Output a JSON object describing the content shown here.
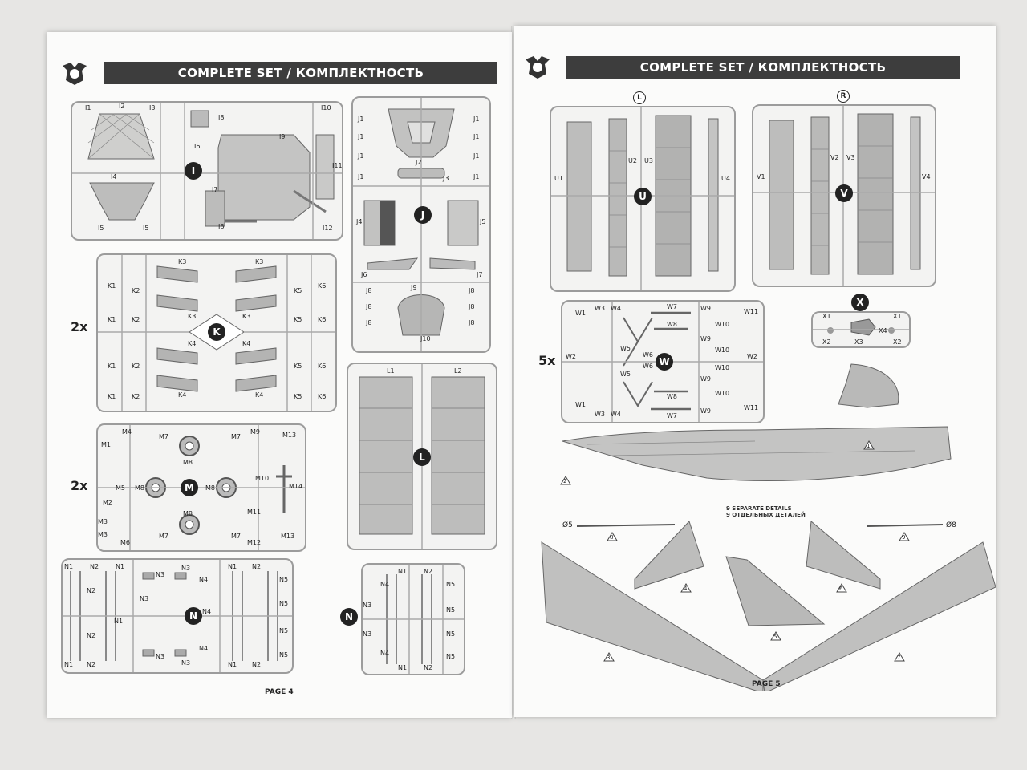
{
  "header": {
    "title": "COMPLETE SET / КОМПЛЕКТНОСТЬ"
  },
  "left_page": {
    "page_label": "PAGE 4",
    "frames": {
      "I": {
        "label": "I",
        "parts": [
          "I1",
          "I2",
          "I3",
          "I4",
          "I5",
          "I5",
          "I6",
          "I7",
          "I8",
          "I8",
          "I9",
          "I10",
          "I11",
          "I12"
        ]
      },
      "J": {
        "label": "J",
        "parts": [
          "J1",
          "J1",
          "J1",
          "J1",
          "J1",
          "J1",
          "J1",
          "J1",
          "J2",
          "J3",
          "J4",
          "J5",
          "J6",
          "J7",
          "J8",
          "J8",
          "J8",
          "J8",
          "J8",
          "J8",
          "J9",
          "J10"
        ]
      },
      "K": {
        "label": "K",
        "multiplier": "2x",
        "parts": [
          "K1",
          "K1",
          "K1",
          "K1",
          "K2",
          "K2",
          "K2",
          "K2",
          "K3",
          "K3",
          "K3",
          "K3",
          "K4",
          "K4",
          "K4",
          "K4",
          "K5",
          "K5",
          "K5",
          "K5",
          "K6",
          "K6",
          "K6",
          "K6"
        ]
      },
      "L": {
        "label": "L",
        "parts": [
          "L1",
          "L2"
        ]
      },
      "M": {
        "label": "M",
        "multiplier": "2x",
        "parts": [
          "M1",
          "M2",
          "M3",
          "M3",
          "M4",
          "M5",
          "M6",
          "M7",
          "M7",
          "M7",
          "M7",
          "M8",
          "M8",
          "M8",
          "M8",
          "M9",
          "M10",
          "M11",
          "M12",
          "M13",
          "M13",
          "M14"
        ]
      },
      "N": {
        "label": "N",
        "parts": [
          "N1",
          "N1",
          "N1",
          "N1",
          "N1",
          "N1",
          "N2",
          "N2",
          "N2",
          "N2",
          "N2",
          "N2",
          "N3",
          "N3",
          "N3",
          "N3",
          "N3",
          "N4",
          "N4",
          "N4",
          "N5",
          "N5",
          "N5",
          "N5"
        ]
      },
      "N_small": {
        "label": "N",
        "parts": [
          "N1",
          "N1",
          "N2",
          "N2",
          "N3",
          "N3",
          "N4",
          "N4",
          "N5",
          "N5",
          "N5",
          "N5"
        ]
      }
    }
  },
  "right_page": {
    "page_label": "PAGE 5",
    "frames": {
      "U": {
        "label": "U",
        "badge": "L",
        "parts": [
          "U1",
          "U2",
          "U3",
          "U4"
        ]
      },
      "V": {
        "label": "V",
        "badge": "R",
        "parts": [
          "V1",
          "V2",
          "V3",
          "V4"
        ]
      },
      "W": {
        "label": "W",
        "multiplier": "5x",
        "parts": [
          "W1",
          "W1",
          "W2",
          "W2",
          "W3",
          "W3",
          "W4",
          "W4",
          "W5",
          "W5",
          "W6",
          "W6",
          "W7",
          "W7",
          "W8",
          "W8",
          "W9",
          "W9",
          "W9",
          "W9",
          "W10",
          "W10",
          "W10",
          "W10",
          "W11",
          "W11"
        ]
      },
      "X": {
        "label": "X",
        "parts": [
          "X1",
          "X1",
          "X2",
          "X2",
          "X3",
          "X4"
        ]
      }
    },
    "separate_details": {
      "note_en": "9 SEPARATE DETAILS",
      "note_ru": "9 ОТДЕЛЬНЫХ ДЕТАЛЕЙ",
      "items": [
        {
          "num": "1"
        },
        {
          "num": "2"
        },
        {
          "num": "3"
        },
        {
          "num": "4"
        },
        {
          "num": "5"
        },
        {
          "num": "6"
        },
        {
          "num": "7"
        },
        {
          "num": "8",
          "dim": "Ø5"
        },
        {
          "num": "9",
          "dim": "Ø8"
        }
      ]
    }
  },
  "colors": {
    "header_bar": "#3d3d3d",
    "sprue": "#9c9c9c",
    "part_fill": "#b7b7b6"
  }
}
